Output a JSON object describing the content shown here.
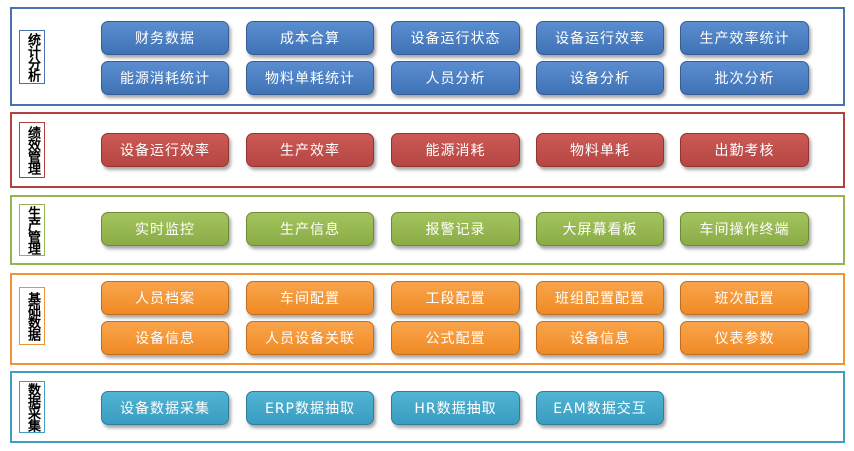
{
  "sections": {
    "stats": {
      "label": "统计分析",
      "color": "#4a72b0",
      "buttons": [
        "财务数据",
        "成本合算",
        "设备运行状态",
        "设备运行效率",
        "生产效率统计",
        "能源消耗统计",
        "物料单耗统计",
        "人员分析",
        "设备分析",
        "批次分析"
      ]
    },
    "performance": {
      "label": "绩效管理",
      "color": "#b3413d",
      "buttons": [
        "设备运行效率",
        "生产效率",
        "能源消耗",
        "物料单耗",
        "出勤考核"
      ]
    },
    "production": {
      "label": "生产管理",
      "color": "#93b451",
      "buttons": [
        "实时监控",
        "生产信息",
        "报警记录",
        "大屏幕看板",
        "车间操作终端"
      ]
    },
    "basic": {
      "label": "基础数据",
      "color": "#f29332",
      "buttons": [
        "人员档案",
        "车间配置",
        "工段配置",
        "班组配置配置",
        "班次配置",
        "设备信息",
        "人员设备关联",
        "公式配置",
        "设备信息",
        "仪表参数"
      ]
    },
    "collection": {
      "label": "数据采集",
      "color": "#3f9fc2",
      "buttons": [
        "设备数据采集",
        "ERP数据抽取",
        "HR数据抽取",
        "EAM数据交互"
      ]
    }
  }
}
